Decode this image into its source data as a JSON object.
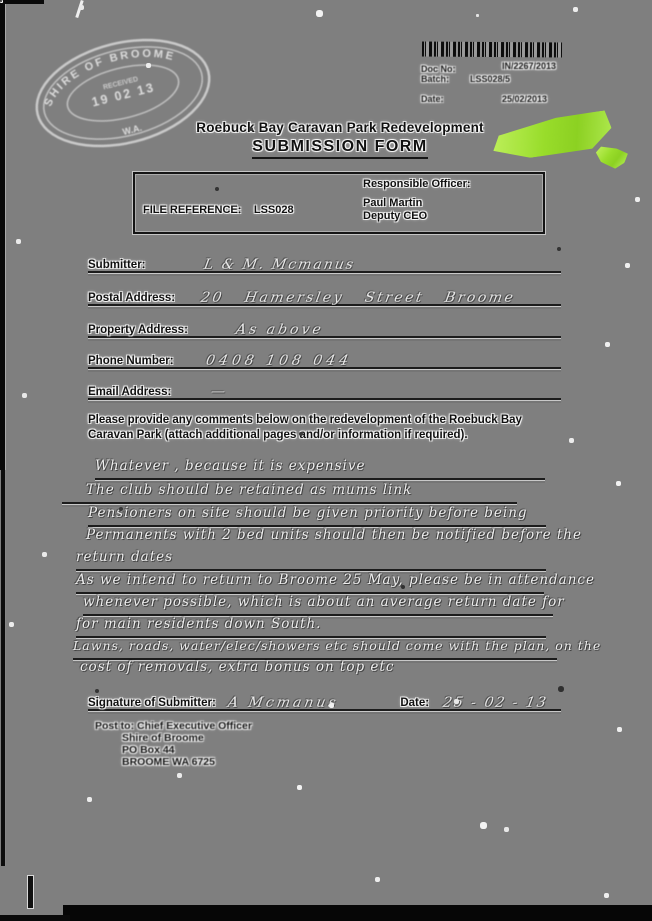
{
  "stamp": {
    "org": "SHIRE OF BROOME",
    "received_label": "RECEIVED",
    "date": "19 02 13",
    "region": "W.A."
  },
  "doc_info": {
    "rows": [
      {
        "label": "Doc No:",
        "value": "IN/2267/2013"
      },
      {
        "label": "Batch:",
        "value": "LSS028/5"
      },
      {
        "label": "Date:",
        "value": "25/02/2013"
      }
    ]
  },
  "header": {
    "title_line1": "Roebuck Bay Caravan Park Redevelopment",
    "title_line2": "SUBMISSION FORM"
  },
  "ref_box": {
    "file_reference_label": "FILE REFERENCE:",
    "file_reference_value": "LSS028",
    "officer_label": "Responsible Officer:",
    "officer_name": "Paul Martin",
    "officer_title": "Deputy CEO"
  },
  "fields": [
    {
      "label": "Submitter:",
      "value": "L & M. Mcmanus"
    },
    {
      "label": "Postal Address:",
      "value": "20 Hamersley Street Broome"
    },
    {
      "label": "Property Address:",
      "value": "As above"
    },
    {
      "label": "Phone Number:",
      "value": "0408 108 044"
    },
    {
      "label": "Email Address:",
      "value": "—"
    }
  ],
  "comments": {
    "instruction": "Please provide any comments below on the redevelopment of the Roebuck Bay Caravan Park (attach additional pages and/or information if required).",
    "lines": [
      "Whatever , because it is expensive",
      "The club should be retained as mums link",
      "Pensioners on site should be given priority before being",
      "Permanents with 2 bed units should then be notified before the",
      "return dates",
      "As we intend to return to Broome 25 May, please be in attendance",
      "whenever possible, which is about an average return date for",
      "for main residents down South.",
      "Lawns, roads, water/elec/showers etc should come with the plan, on the",
      "cost of removals, extra bonus on top etc"
    ]
  },
  "signature": {
    "label": "Signature of Submitter:",
    "value": "A Mcmanus",
    "date_label": "Date:",
    "date_value": "25 - 02 - 13"
  },
  "footer": {
    "lines": [
      "Post to: Chief Executive Officer",
      "Shire of Broome",
      "PO Box 44",
      "BROOME WA 6725"
    ]
  },
  "colors": {
    "paper_gray": "#7f7f7f",
    "highlighter_green": "#9ae226",
    "ink_black": "#101010"
  }
}
